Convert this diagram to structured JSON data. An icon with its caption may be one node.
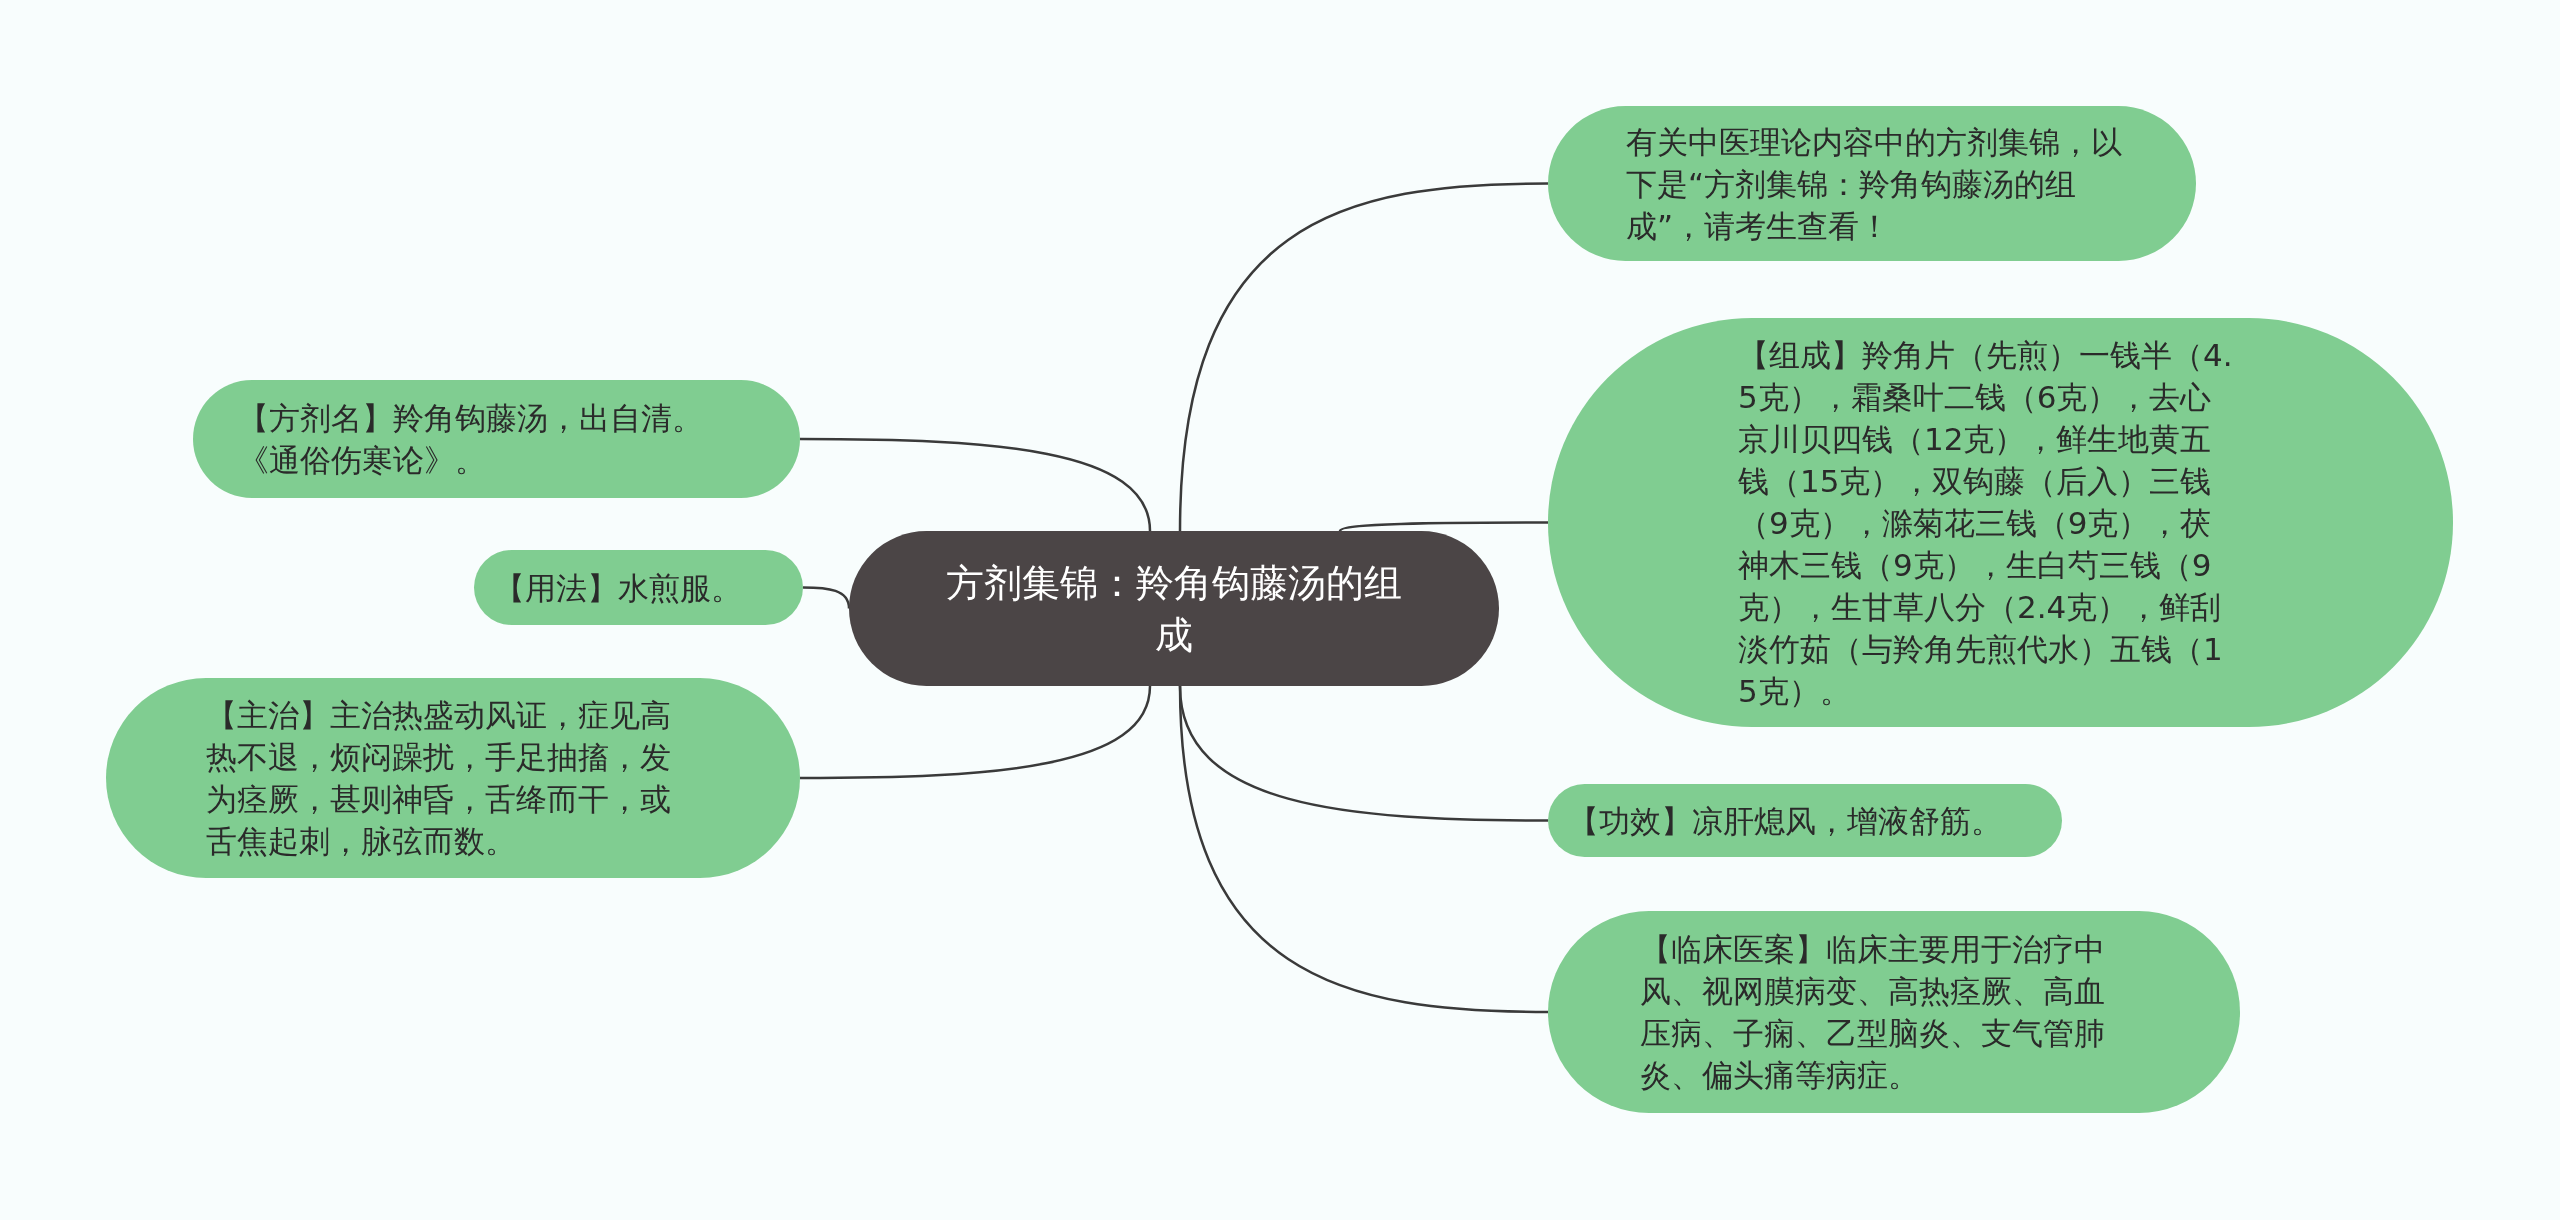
{
  "diagram": {
    "nodes": [
      {
        "text": [
          "方剂集锦：羚角钩藤汤的组成"
        ]
      },
      {
        "text": [
          "有关中医理论内容中的方剂集锦，以下是“方剂集锦：羚角钩藤汤的组成”，请考生查看！"
        ]
      },
      {
        "text": [
          "【组成】羚角片（先煎）一钱半（4.5克），霜桑叶二钱（6克），去心京川贝四钱（12克），鲜生地黄五钱（15克），双钩藤（后入）三钱（9克），滁菊花三钱（9克），茯神木三钱（9克），生白芍三钱（9克），生甘草八分（2.4克），鲜刮淡竹茹（与羚角先煎代水）五钱（15克）。"
        ]
      },
      {
        "text": [
          "【功效】凉肝熄风，增液舒筋。"
        ]
      },
      {
        "text": [
          "【临床医案】临床主要用于治疗中风、视网膜病变、高热痉厥、高血压病、子痫、乙型脑炎、支气管肺炎、偏头痛等病症。"
        ]
      },
      {
        "text": [
          "【方剂名】羚角钩藤汤，出自清。《通俗伤寒论》。"
        ]
      },
      {
        "text": [
          "【用法】水煎服。"
        ]
      },
      {
        "text": [
          "【主治】主治热盛动风证，症见高热不退，烦闷躁扰，手足抽搐，发为痉厥，甚则神昏，舌绛而干，或舌焦起刺，脉弦而数。"
        ]
      }
    ],
    "edges": [
      {
        "from": 0,
        "to": 1,
        "arrow": "none"
      },
      {
        "from": 0,
        "to": 2,
        "arrow": "none"
      },
      {
        "from": 0,
        "to": 3,
        "arrow": "none"
      },
      {
        "from": 0,
        "to": 4,
        "arrow": "none"
      },
      {
        "from": 0,
        "to": 5,
        "arrow": "none"
      },
      {
        "from": 0,
        "to": 6,
        "arrow": "none"
      },
      {
        "from": 0,
        "to": 7,
        "arrow": "none"
      }
    ]
  }
}
